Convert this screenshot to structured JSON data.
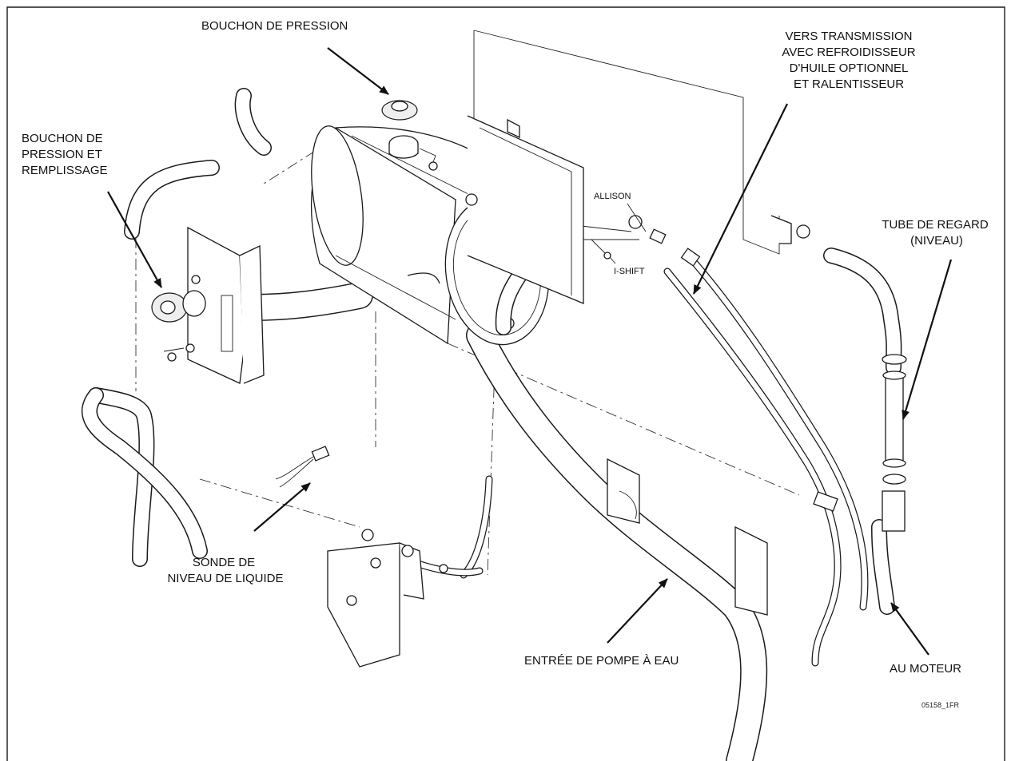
{
  "labels": {
    "pressure_cap": "BOUCHON DE PRESSION",
    "pressure_fill_cap_1": "BOUCHON DE",
    "pressure_fill_cap_2": "PRESSION ET",
    "pressure_fill_cap_3": "REMPLISSAGE",
    "to_transmission_1": "VERS TRANSMISSION",
    "to_transmission_2": "AVEC REFROIDISSEUR",
    "to_transmission_3": "D'HUILE OPTIONNEL",
    "to_transmission_4": "ET RALENTISSEUR",
    "allison": "ALLISON",
    "ishift": "I-SHIFT",
    "sight_tube_1": "TUBE DE REGARD",
    "sight_tube_2": "(NIVEAU)",
    "level_probe_1": "SONDE DE",
    "level_probe_2": "NIVEAU DE LIQUIDE",
    "water_pump_inlet": "ENTRÉE DE POMPE À EAU",
    "to_engine": "AU MOTEUR",
    "figure_id": "05158_1FR"
  }
}
